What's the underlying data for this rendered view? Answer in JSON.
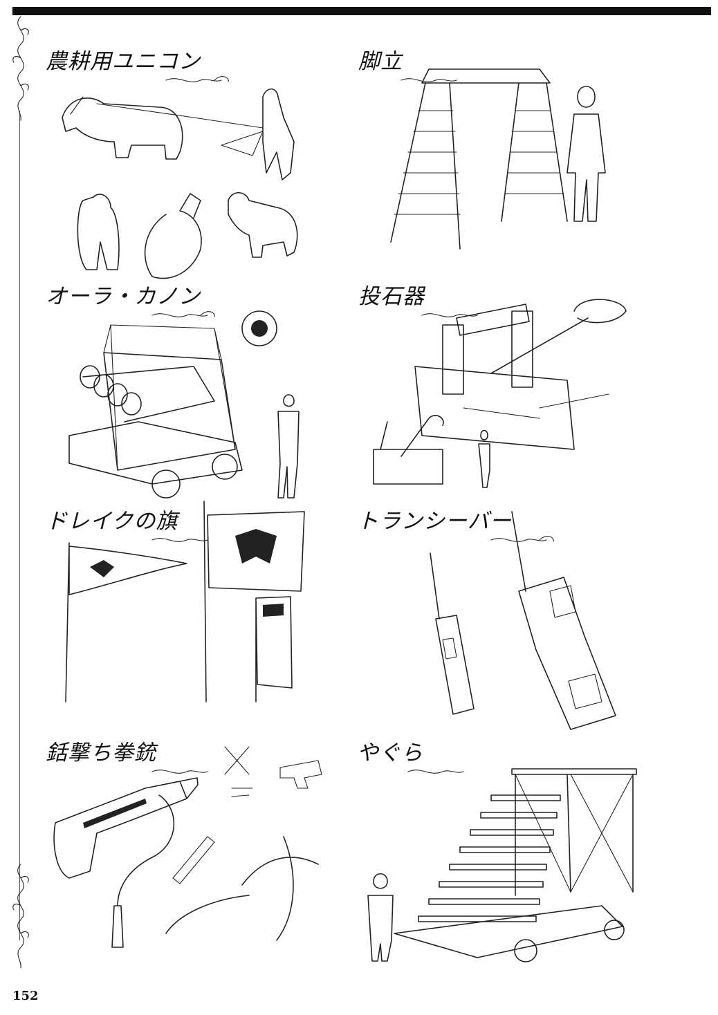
{
  "entries": [
    {
      "id": "plow-unicorn",
      "title": "農耕用ユニコン"
    },
    {
      "id": "stepladder",
      "title": "脚立"
    },
    {
      "id": "aura-cannon",
      "title": "オーラ・カノン"
    },
    {
      "id": "catapult",
      "title": "投石器"
    },
    {
      "id": "drake-flag",
      "title": "ドレイクの旗"
    },
    {
      "id": "transceiver",
      "title": "トランシーバー"
    },
    {
      "id": "harpoon-pistol",
      "title": "銛撃ち拳銃"
    },
    {
      "id": "yagura",
      "title": "やぐら"
    }
  ],
  "page": {
    "number": "152"
  },
  "colors": {
    "ink": "#111111",
    "paper": "#ffffff"
  }
}
